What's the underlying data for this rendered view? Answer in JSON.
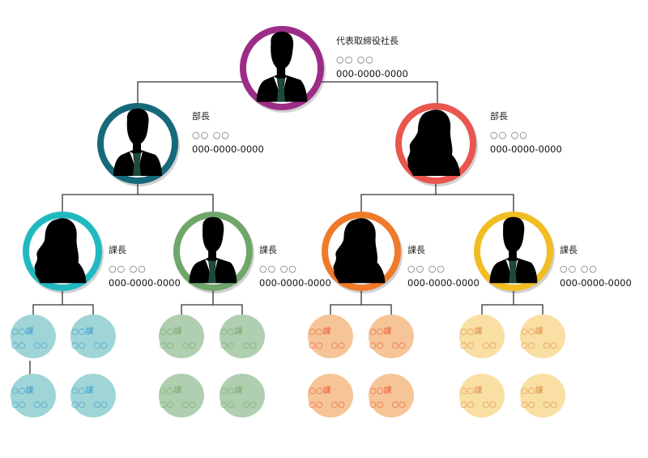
{
  "ceo": {
    "title": "代表取締役社長",
    "name": "○○ ○○",
    "phone": "000-0000-0000",
    "color": "#9c2d86",
    "gender": "male"
  },
  "managers": [
    {
      "title": "部長",
      "name": "○○ ○○",
      "phone": "000-0000-0000",
      "color": "#17697a",
      "gender": "male",
      "chiefs": [
        {
          "title": "課長",
          "name": "○○ ○○",
          "phone": "000-0000-0000",
          "color": "#20b9c0",
          "gender": "female",
          "fill": "#9fd5d6",
          "text": "#3a9ad0",
          "sections": [
            {
              "label": "○○課",
              "name": "○○　○○"
            },
            {
              "label": "○○課",
              "name": "○○　○○"
            },
            {
              "label": "○○課",
              "name": "○○　○○"
            },
            {
              "label": "○○課",
              "name": "○○　○○"
            }
          ]
        },
        {
          "title": "課長",
          "name": "○○ ○○",
          "phone": "000-0000-0000",
          "color": "#6fa66a",
          "gender": "male",
          "fill": "#afcfb0",
          "text": "#7aa86a",
          "sections": [
            {
              "label": "○○課",
              "name": "○○　○○"
            },
            {
              "label": "○○課",
              "name": "○○　○○"
            },
            {
              "label": "○○課",
              "name": "○○　○○"
            },
            {
              "label": "○○課",
              "name": "○○　○○"
            }
          ]
        }
      ]
    },
    {
      "title": "部長",
      "name": "○○ ○○",
      "phone": "000-0000-0000",
      "color": "#e8564e",
      "gender": "female",
      "chiefs": [
        {
          "title": "課長",
          "name": "○○ ○○",
          "phone": "000-0000-0000",
          "color": "#ee7a2a",
          "gender": "female",
          "fill": "#f5c597",
          "text": "#ee5a3a",
          "sections": [
            {
              "label": "○○課",
              "name": "○○　○○"
            },
            {
              "label": "○○課",
              "name": "○○　○○"
            },
            {
              "label": "○○課",
              "name": "○○　○○"
            },
            {
              "label": "○○課",
              "name": "○○　○○"
            }
          ]
        },
        {
          "title": "課長",
          "name": "○○ ○○",
          "phone": "000-0000-0000",
          "color": "#f1bd22",
          "gender": "male",
          "fill": "#f9dfa3",
          "text": "#e08a4a",
          "sections": [
            {
              "label": "○○課",
              "name": "○○　○○"
            },
            {
              "label": "○○課",
              "name": "○○　○○"
            },
            {
              "label": "○○課",
              "name": "○○　○○"
            },
            {
              "label": "○○課",
              "name": "○○　○○"
            }
          ]
        }
      ]
    }
  ]
}
